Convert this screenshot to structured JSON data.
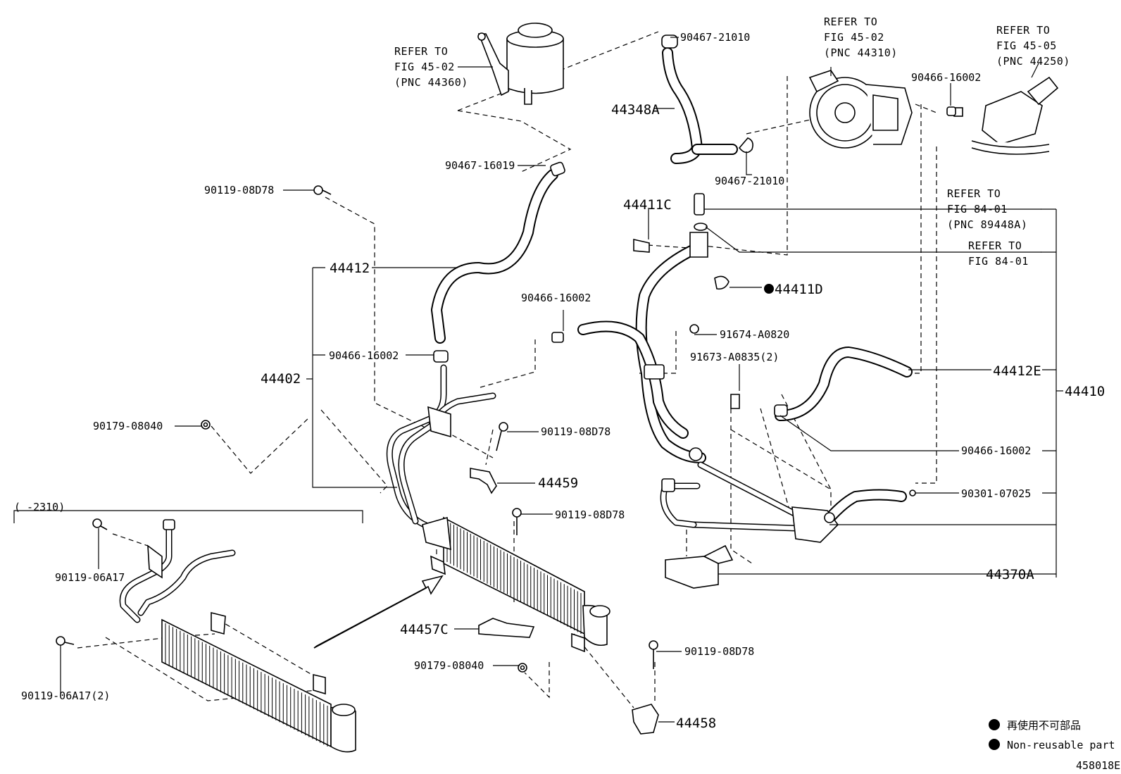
{
  "parts": {
    "p44348A": "44348A",
    "p44411C": "44411C",
    "p44411D": "44411D",
    "p44412": "44412",
    "p44402": "44402",
    "p44412E": "44412E",
    "p44410": "44410",
    "p44459": "44459",
    "p44370A": "44370A",
    "p44457C": "44457C",
    "p44458": "44458"
  },
  "fasteners": {
    "f90467_21010_top": "90467-21010",
    "f90467_21010_mid": "90467-21010",
    "f90467_16019": "90467-16019",
    "f90119_08D78_a": "90119-08D78",
    "f90466_16002_a": "90466-16002",
    "f90466_16002_b": "90466-16002",
    "f90466_16002_c": "90466-16002",
    "f90466_16002_d": "90466-16002",
    "f90179_08040_a": "90179-08040",
    "f90179_08040_b": "90179-08040",
    "f91674_A0820": "91674-A0820",
    "f91673_A0835": "91673-A0835(2)",
    "f90119_08D78_b": "90119-08D78",
    "f90119_08D78_c": "90119-08D78",
    "f90119_08D78_d": "90119-08D78",
    "f90301_07025": "90301-07025",
    "f90119_06A17": "90119-06A17",
    "f90119_06A17_2": "90119-06A17(2)"
  },
  "refs": {
    "reservoir": [
      "REFER TO",
      "FIG 45-02",
      "(PNC 44360)"
    ],
    "pump": [
      "REFER TO",
      "FIG 45-02",
      "(PNC 44310)"
    ],
    "gear": [
      "REFER TO",
      "FIG 45-05",
      "(PNC 44250)"
    ],
    "sensor": [
      "REFER TO",
      "FIG 84-01",
      "(PNC 89448A)"
    ],
    "sensor2": [
      "REFER TO",
      "FIG 84-01"
    ]
  },
  "inset": {
    "range": "(      -2310)"
  },
  "legend": {
    "line1": "再使用不可部品",
    "line2": "Non-reusable part"
  },
  "figure_id": "458018E"
}
